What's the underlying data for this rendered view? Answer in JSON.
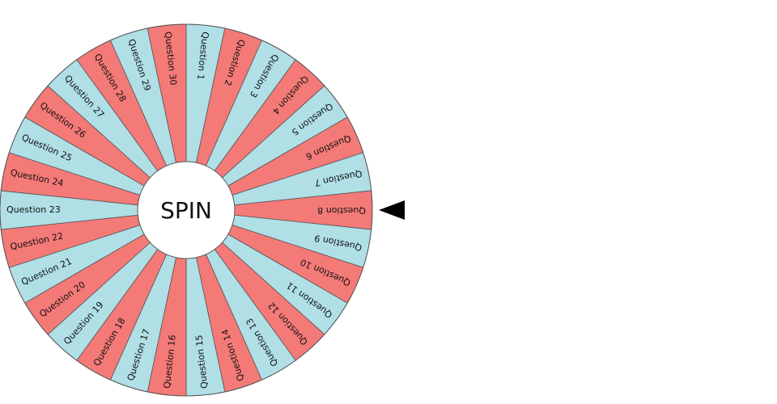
{
  "wheel": {
    "spin_label": "SPIN",
    "colors": {
      "red": "#f47a78",
      "blue": "#b0dfe6",
      "stroke": "#555555",
      "center": "#ffffff"
    },
    "segments": [
      "Question 1",
      "Question 2",
      "Question 3",
      "Question 4",
      "Question 5",
      "Question 6",
      "Question 7",
      "Question 8",
      "Question 9",
      "Question 10",
      "Question 11",
      "Question 12",
      "Question 13",
      "Question 14",
      "Question 15",
      "Question 16",
      "Question 17",
      "Question 18",
      "Question 19",
      "Question 20",
      "Question 21",
      "Question 22",
      "Question 23",
      "Question 24",
      "Question 25",
      "Question 26",
      "Question 27",
      "Question 28",
      "Question 29",
      "Question 30"
    ]
  },
  "pointer": {
    "icon": "pointer-arrow-icon",
    "color": "#000000"
  }
}
